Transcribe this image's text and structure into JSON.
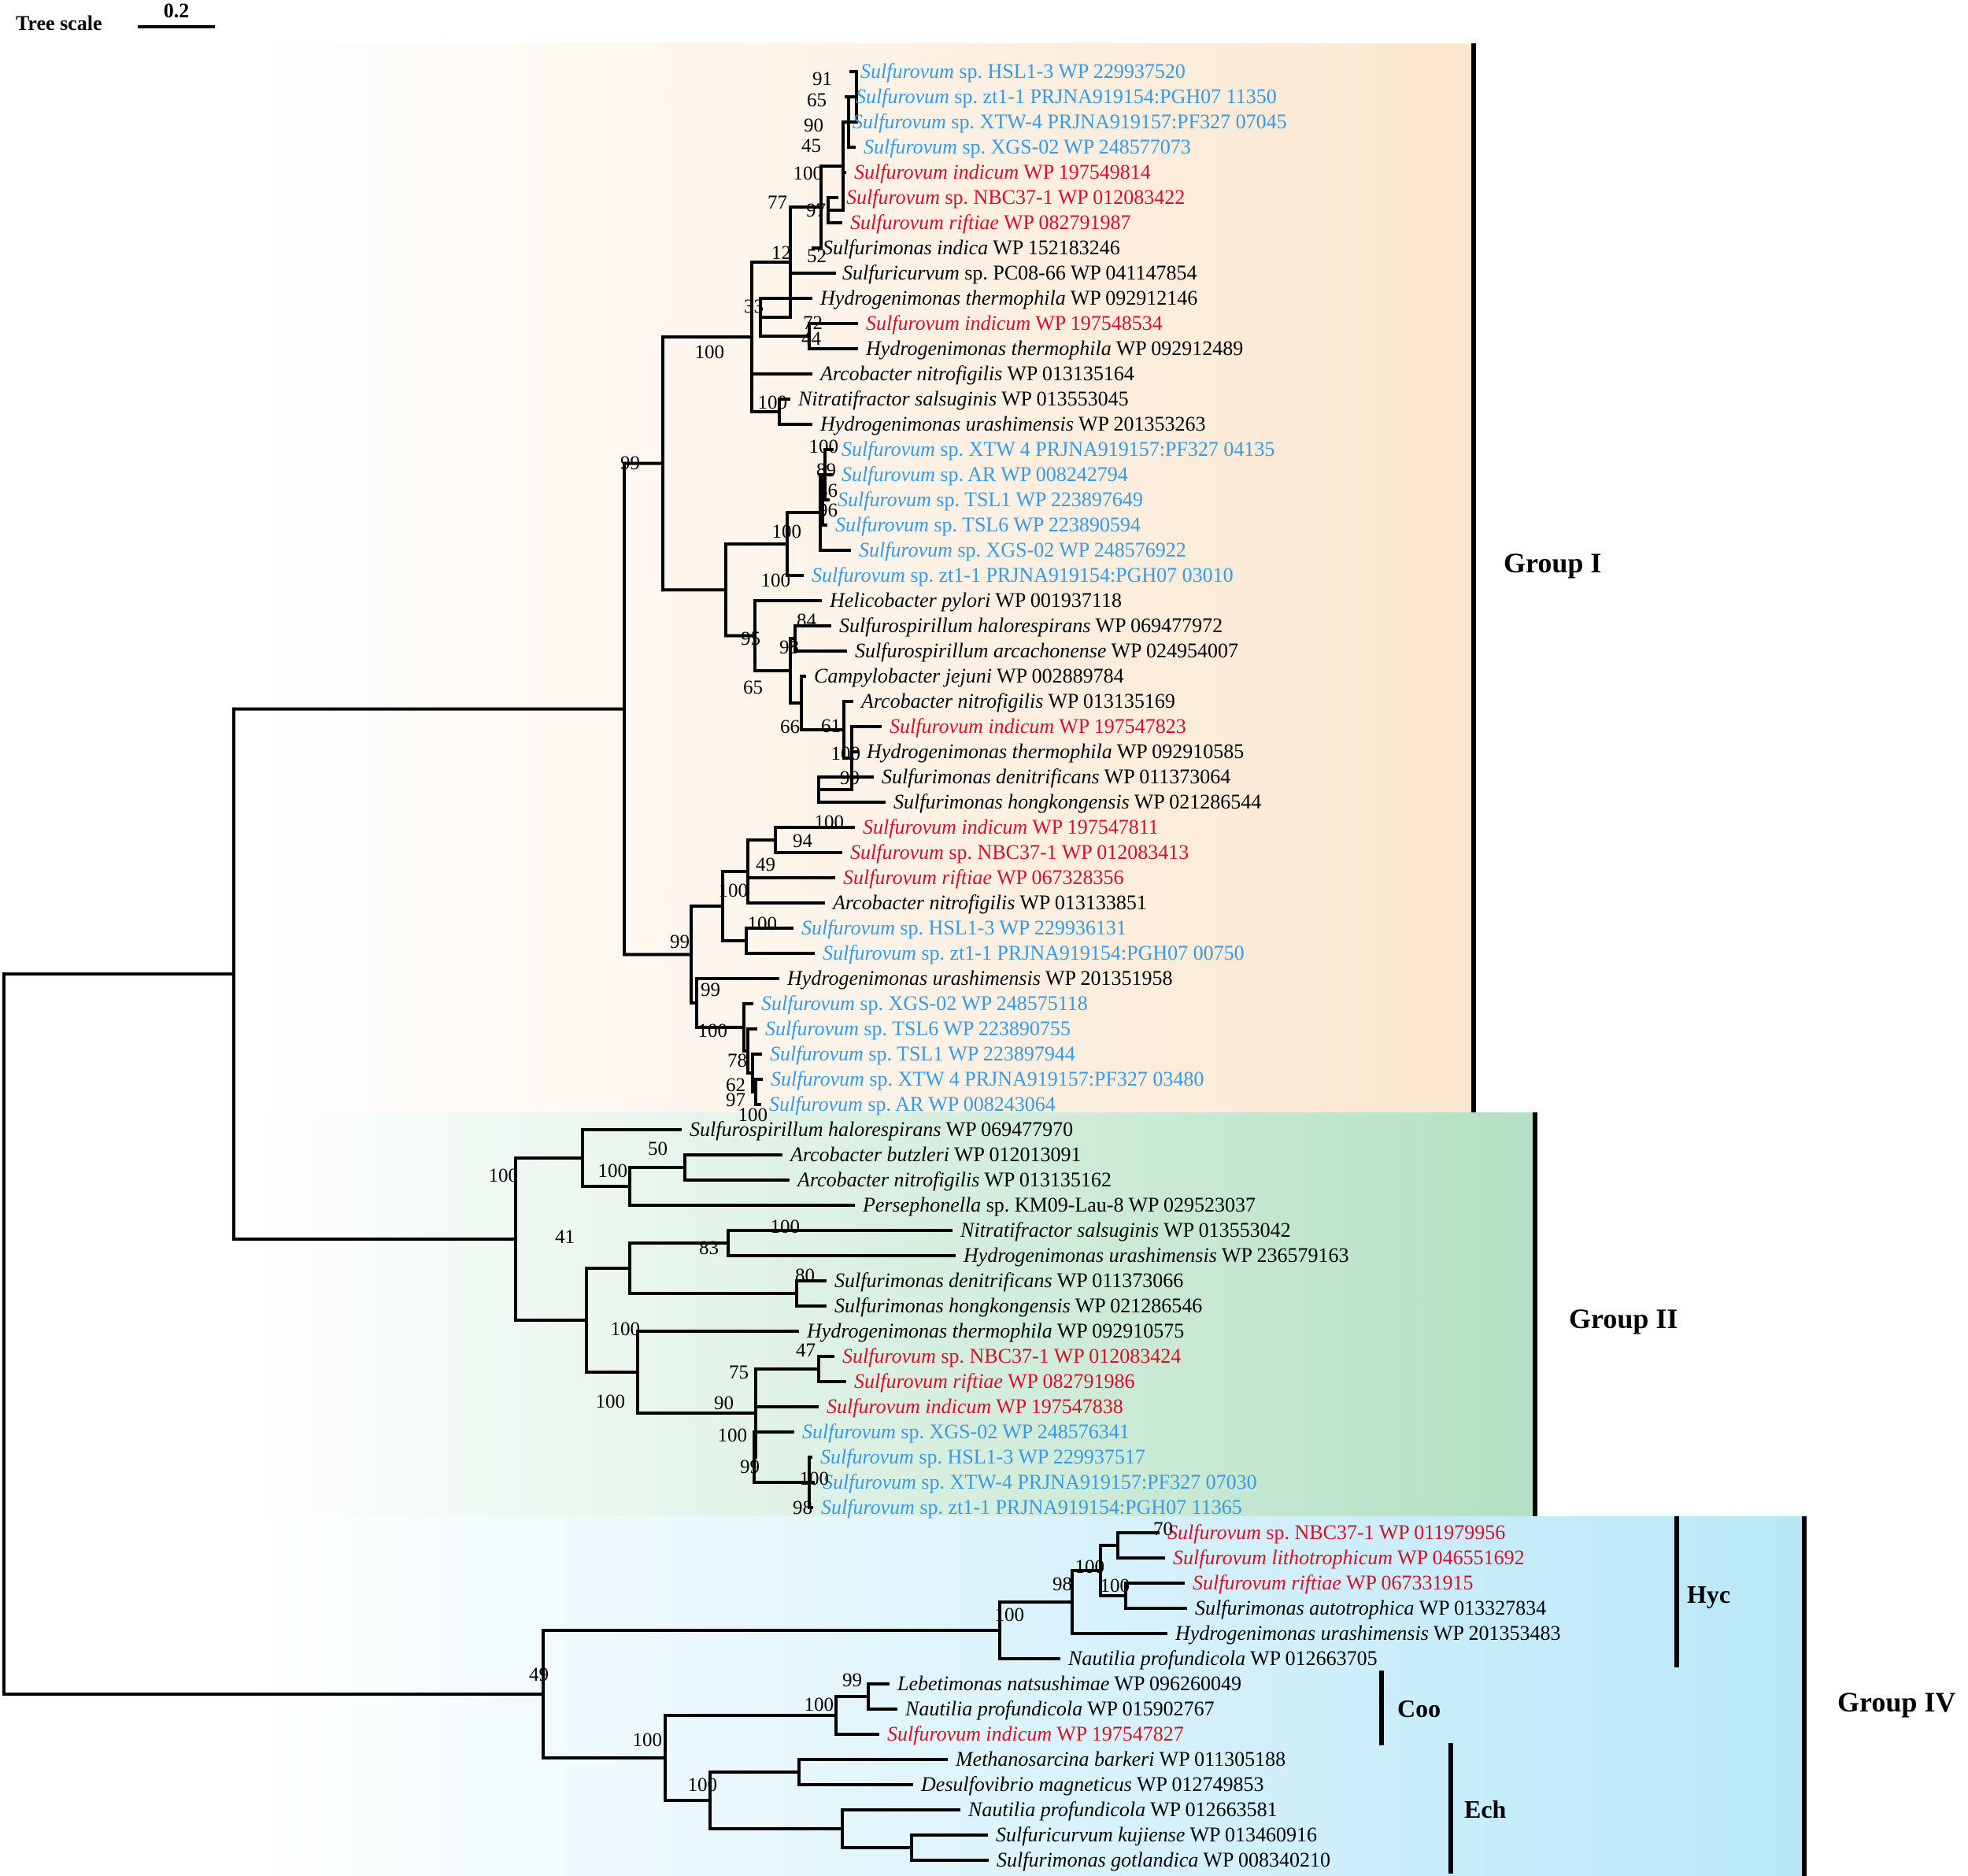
{
  "scale": {
    "label": "Tree scale",
    "value": "0.2"
  },
  "colors": {
    "red": "#d0112b",
    "blue": "#3b9ae1",
    "black": "#000000"
  },
  "groups": [
    {
      "name": "Group I",
      "fill": [
        "#ffffff",
        "#fbe6cf"
      ]
    },
    {
      "name": "Group II",
      "fill": [
        "#ffffff",
        "#b4e0c3"
      ]
    },
    {
      "name": "Group IV",
      "fill": [
        "#ffffff",
        "#b8e7f8"
      ]
    }
  ],
  "subgroups": [
    "Hyc",
    "Coo",
    "Ech"
  ],
  "leaves": [
    {
      "g": "Sulfurovum",
      "r": " sp. HSL1-3 WP 229937520",
      "c": "blue"
    },
    {
      "g": "Sulfurovum",
      "r": " sp. zt1-1 PRJNA919154:PGH07 11350",
      "c": "blue"
    },
    {
      "g": "Sulfurovum",
      "r": " sp. XTW-4 PRJNA919157:PF327 07045",
      "c": "blue"
    },
    {
      "g": "Sulfurovum",
      "r": " sp. XGS-02 WP 248577073",
      "c": "blue"
    },
    {
      "g": "Sulfurovum indicum",
      "r": " WP 197549814",
      "c": "red"
    },
    {
      "g": "Sulfurovum",
      "r": " sp. NBC37-1 WP 012083422",
      "c": "red"
    },
    {
      "g": "Sulfurovum riftiae",
      "r": " WP 082791987",
      "c": "red"
    },
    {
      "g": "Sulfurimonas indica",
      "r": " WP 152183246",
      "c": "black"
    },
    {
      "g": "Sulfuricurvum",
      "r": " sp. PC08-66 WP 041147854",
      "c": "black"
    },
    {
      "g": "Hydrogenimonas thermophila",
      "r": " WP 092912146",
      "c": "black"
    },
    {
      "g": "Sulfurovum indicum",
      "r": " WP 197548534",
      "c": "red"
    },
    {
      "g": "Hydrogenimonas thermophila",
      "r": " WP 092912489",
      "c": "black"
    },
    {
      "g": "Arcobacter nitrofigilis",
      "r": " WP 013135164",
      "c": "black"
    },
    {
      "g": "Nitratifractor salsuginis",
      "r": " WP 013553045",
      "c": "black"
    },
    {
      "g": "Hydrogenimonas urashimensis",
      "r": " WP 201353263",
      "c": "black"
    },
    {
      "g": "Sulfurovum",
      "r": " sp. XTW 4 PRJNA919157:PF327 04135",
      "c": "blue"
    },
    {
      "g": "Sulfurovum",
      "r": " sp. AR WP 008242794",
      "c": "blue"
    },
    {
      "g": "Sulfurovum",
      "r": " sp. TSL1 WP 223897649",
      "c": "blue"
    },
    {
      "g": "Sulfurovum",
      "r": " sp. TSL6 WP 223890594",
      "c": "blue"
    },
    {
      "g": "Sulfurovum",
      "r": " sp. XGS-02 WP 248576922",
      "c": "blue"
    },
    {
      "g": "Sulfurovum",
      "r": " sp. zt1-1 PRJNA919154:PGH07 03010",
      "c": "blue"
    },
    {
      "g": "Helicobacter pylori",
      "r": " WP 001937118",
      "c": "black"
    },
    {
      "g": "Sulfurospirillum halorespirans",
      "r": " WP 069477972",
      "c": "black"
    },
    {
      "g": "Sulfurospirillum arcachonense",
      "r": " WP 024954007",
      "c": "black"
    },
    {
      "g": "Campylobacter jejuni",
      "r": " WP 002889784",
      "c": "black"
    },
    {
      "g": "Arcobacter nitrofigilis",
      "r": " WP 013135169",
      "c": "black"
    },
    {
      "g": "Sulfurovum indicum",
      "r": " WP 197547823",
      "c": "red"
    },
    {
      "g": "Hydrogenimonas thermophila",
      "r": " WP 092910585",
      "c": "black"
    },
    {
      "g": "Sulfurimonas denitrificans",
      "r": " WP 011373064",
      "c": "black"
    },
    {
      "g": "Sulfurimonas hongkongensis",
      "r": " WP 021286544",
      "c": "black"
    },
    {
      "g": "Sulfurovum indicum",
      "r": " WP 197547811",
      "c": "red"
    },
    {
      "g": "Sulfurovum",
      "r": " sp. NBC37-1 WP 012083413",
      "c": "red"
    },
    {
      "g": "Sulfurovum riftiae",
      "r": " WP 067328356",
      "c": "red"
    },
    {
      "g": "Arcobacter nitrofigilis",
      "r": " WP 013133851",
      "c": "black"
    },
    {
      "g": "Sulfurovum",
      "r": " sp. HSL1-3 WP 229936131",
      "c": "blue"
    },
    {
      "g": "Sulfurovum",
      "r": " sp. zt1-1 PRJNA919154:PGH07 00750",
      "c": "blue"
    },
    {
      "g": "Hydrogenimonas urashimensis",
      "r": " WP 201351958",
      "c": "black"
    },
    {
      "g": "Sulfurovum",
      "r": " sp. XGS-02 WP 248575118",
      "c": "blue"
    },
    {
      "g": "Sulfurovum",
      "r": " sp. TSL6 WP 223890755",
      "c": "blue"
    },
    {
      "g": "Sulfurovum",
      "r": " sp. TSL1 WP 223897944",
      "c": "blue"
    },
    {
      "g": "Sulfurovum",
      "r": " sp. XTW 4 PRJNA919157:PF327 03480",
      "c": "blue"
    },
    {
      "g": "Sulfurovum",
      "r": " sp. AR WP 008243064",
      "c": "blue"
    },
    {
      "g": "Sulfurospirillum halorespirans",
      "r": " WP 069477970",
      "c": "black"
    },
    {
      "g": "Arcobacter butzleri",
      "r": " WP 012013091",
      "c": "black"
    },
    {
      "g": "Arcobacter nitrofigilis",
      "r": " WP 013135162",
      "c": "black"
    },
    {
      "g": "Persephonella",
      "r": " sp. KM09-Lau-8 WP 029523037",
      "c": "black"
    },
    {
      "g": "Nitratifractor salsuginis",
      "r": " WP 013553042",
      "c": "black"
    },
    {
      "g": "Hydrogenimonas urashimensis",
      "r": " WP 236579163",
      "c": "black"
    },
    {
      "g": "Sulfurimonas denitrificans",
      "r": " WP 011373066",
      "c": "black"
    },
    {
      "g": "Sulfurimonas hongkongensis",
      "r": " WP 021286546",
      "c": "black"
    },
    {
      "g": "Hydrogenimonas thermophila",
      "r": " WP 092910575",
      "c": "black"
    },
    {
      "g": "Sulfurovum",
      "r": " sp. NBC37-1 WP 012083424",
      "c": "red"
    },
    {
      "g": "Sulfurovum riftiae",
      "r": " WP 082791986",
      "c": "red"
    },
    {
      "g": "Sulfurovum indicum",
      "r": " WP 197547838",
      "c": "red"
    },
    {
      "g": "Sulfurovum",
      "r": " sp. XGS-02 WP 248576341",
      "c": "blue"
    },
    {
      "g": "Sulfurovum",
      "r": " sp. HSL1-3 WP 229937517",
      "c": "blue"
    },
    {
      "g": "Sulfurovum",
      "r": " sp. XTW-4 PRJNA919157:PF327 07030",
      "c": "blue"
    },
    {
      "g": "Sulfurovum",
      "r": " sp. zt1-1 PRJNA919154:PGH07 11365",
      "c": "blue"
    },
    {
      "g": "Sulfurovum",
      "r": "  sp. NBC37-1 WP 011979956",
      "c": "red"
    },
    {
      "g": "Sulfurovum lithotrophicum",
      "r": " WP 046551692",
      "c": "red"
    },
    {
      "g": "Sulfurovum riftiae",
      "r": " WP 067331915",
      "c": "red"
    },
    {
      "g": "Sulfurimonas autotrophica",
      "r": " WP 013327834",
      "c": "black"
    },
    {
      "g": "Hydrogenimonas urashimensis",
      "r": " WP 201353483",
      "c": "black"
    },
    {
      "g": "Nautilia profundicola",
      "r": " WP 012663705",
      "c": "black"
    },
    {
      "g": "Lebetimonas natsushimae",
      "r": " WP 096260049",
      "c": "black"
    },
    {
      "g": "Nautilia profundicola",
      "r": " WP 015902767",
      "c": "black"
    },
    {
      "g": "Sulfurovum indicum",
      "r": " WP 197547827",
      "c": "red"
    },
    {
      "g": "Methanosarcina barkeri",
      "r": " WP 011305188",
      "c": "black"
    },
    {
      "g": "Desulfovibrio magneticus",
      "r": " WP 012749853",
      "c": "black"
    },
    {
      "g": "Nautilia profundicola",
      "r": " WP 012663581",
      "c": "black"
    },
    {
      "g": "Sulfuricurvum kujiense",
      "r": " WP 013460916",
      "c": "black"
    },
    {
      "g": "Sulfurimonas gotlandica",
      "r": " WP 008340210",
      "c": "black"
    }
  ],
  "supports": [
    "91",
    "65",
    "90",
    "45",
    "100",
    "77",
    "97",
    "12",
    "52",
    "33",
    "44",
    "72",
    "100",
    "100",
    "99",
    "100",
    "89",
    "86",
    "96",
    "100",
    "100",
    "84",
    "95",
    "98",
    "65",
    "61",
    "66",
    "100",
    "99",
    "100",
    "94",
    "49",
    "100",
    "99",
    "100",
    "99",
    "100",
    "78",
    "62",
    "97",
    "100",
    "100",
    "50",
    "100",
    "41",
    "83",
    "100",
    "80",
    "100",
    "47",
    "75",
    "100",
    "90",
    "100",
    "99",
    "100",
    "98",
    "70",
    "100",
    "100",
    "98",
    "100",
    "99",
    "100",
    "49",
    "100",
    "100"
  ]
}
